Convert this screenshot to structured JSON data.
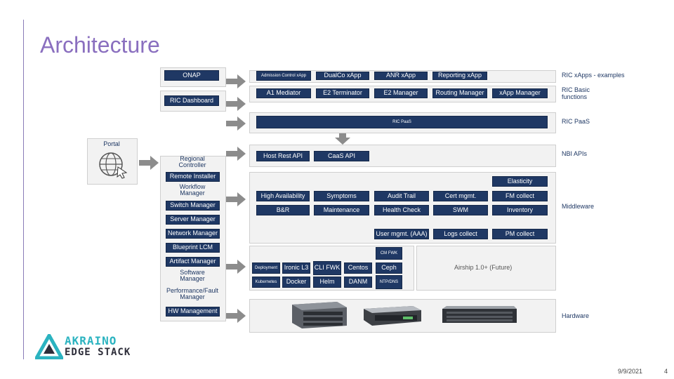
{
  "page": {
    "title": "Architecture",
    "date": "9/9/2021",
    "page_number": "4"
  },
  "left_column": {
    "onap": "ONAP",
    "ric_dashboard": "RIC Dashboard",
    "portal": "Portal",
    "regional_controller": "Regional Controller",
    "items": [
      "Remote Installer",
      "Workflow Manager",
      "Switch Manager",
      "Server Manager",
      "Network Manager",
      "Blueprint LCM",
      "Artifact Manager",
      "Software Manager",
      "Performance/Fault Manager",
      "HW Management"
    ]
  },
  "rows": {
    "xapps": [
      "Admission Control xApp",
      "DualCo xApp",
      "ANR xApp",
      "Reporting xApp"
    ],
    "basic": [
      "A1 Mediator",
      "E2 Terminator",
      "E2 Manager",
      "Routing Manager",
      "xApp Manager"
    ],
    "paas": "RIC PaaS",
    "nbi": [
      "Host Rest API",
      "CaaS API"
    ],
    "middleware_row1": [
      "High Availability",
      "Symptoms",
      "Audit Trail",
      "Cert mgmt.",
      "FM collect"
    ],
    "middleware_row2": [
      "B&R",
      "Maintenance",
      "Health Check",
      "SWM",
      "Inventory"
    ],
    "middleware_row3": [
      "User mgmt. (AAA)",
      "Logs collect",
      "PM collect"
    ],
    "elasticity": "Elasticity",
    "platform_row1": [
      "Deployment",
      "Ironic L3",
      "CLI FWK",
      "Centos",
      "Ceph"
    ],
    "platform_row2": [
      "Kubernetes",
      "Docker",
      "Helm",
      "DANM",
      "NTP/DNS"
    ],
    "cm_fwk": "CM FWK",
    "airship": "Airship 1.0+ (Future)"
  },
  "right_labels": {
    "xapps": "RIC xApps - examples",
    "basic": "RIC Basic functions",
    "paas": "RIC PaaS",
    "nbi": "NBI APIs",
    "middleware": "Middleware",
    "hardware": "Hardware"
  },
  "logo": {
    "line1": "AKRAINO",
    "line2": "EDGE STACK"
  },
  "colors": {
    "navy": "#1f3864",
    "title": "#8a6fbf",
    "panel": "#f2f2f2",
    "logo_teal": "#2bb3c0",
    "logo_dark": "#2e2e3a"
  }
}
